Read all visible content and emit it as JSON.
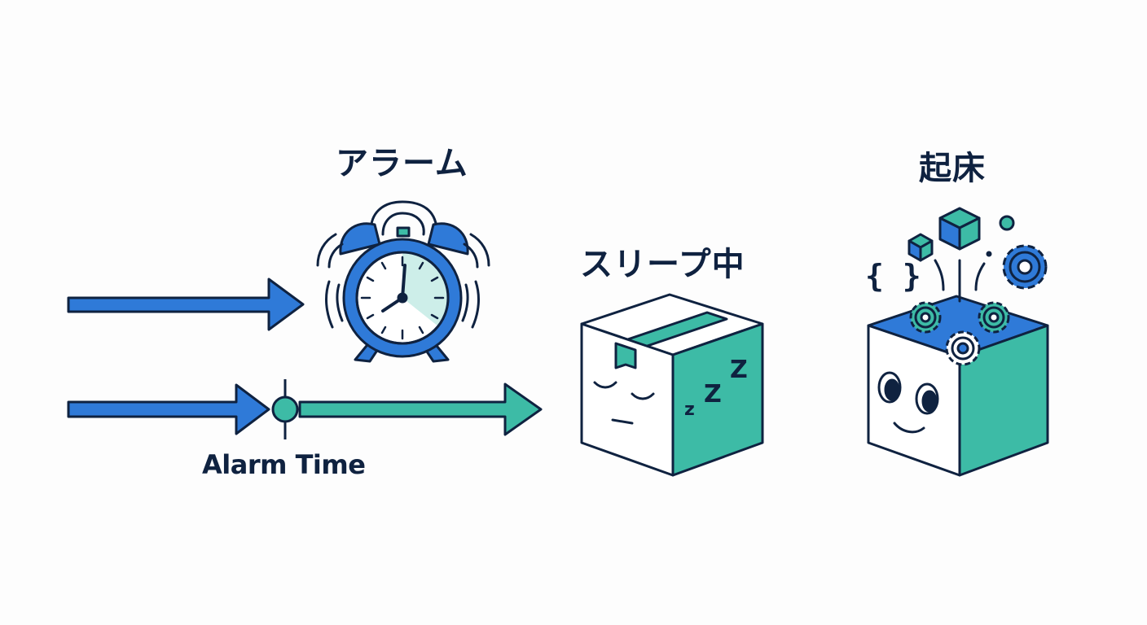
{
  "labels": {
    "alarm": "アラーム",
    "sleep": "スリープ中",
    "wake": "起床",
    "alarm_time": "Alarm Time",
    "zzz": [
      "z",
      "Z",
      "Z"
    ],
    "braces": "{ }"
  },
  "colors": {
    "blue": "#2f7ad8",
    "teal": "#3dbba6",
    "navy": "#0f2240",
    "light_teal": "#cdeee9",
    "background": "#fdfdfd"
  },
  "icons": [
    "alarm-clock-icon",
    "sleeping-box-icon",
    "awake-box-icon",
    "gear-icon",
    "cube-icon",
    "arrow-icon"
  ]
}
